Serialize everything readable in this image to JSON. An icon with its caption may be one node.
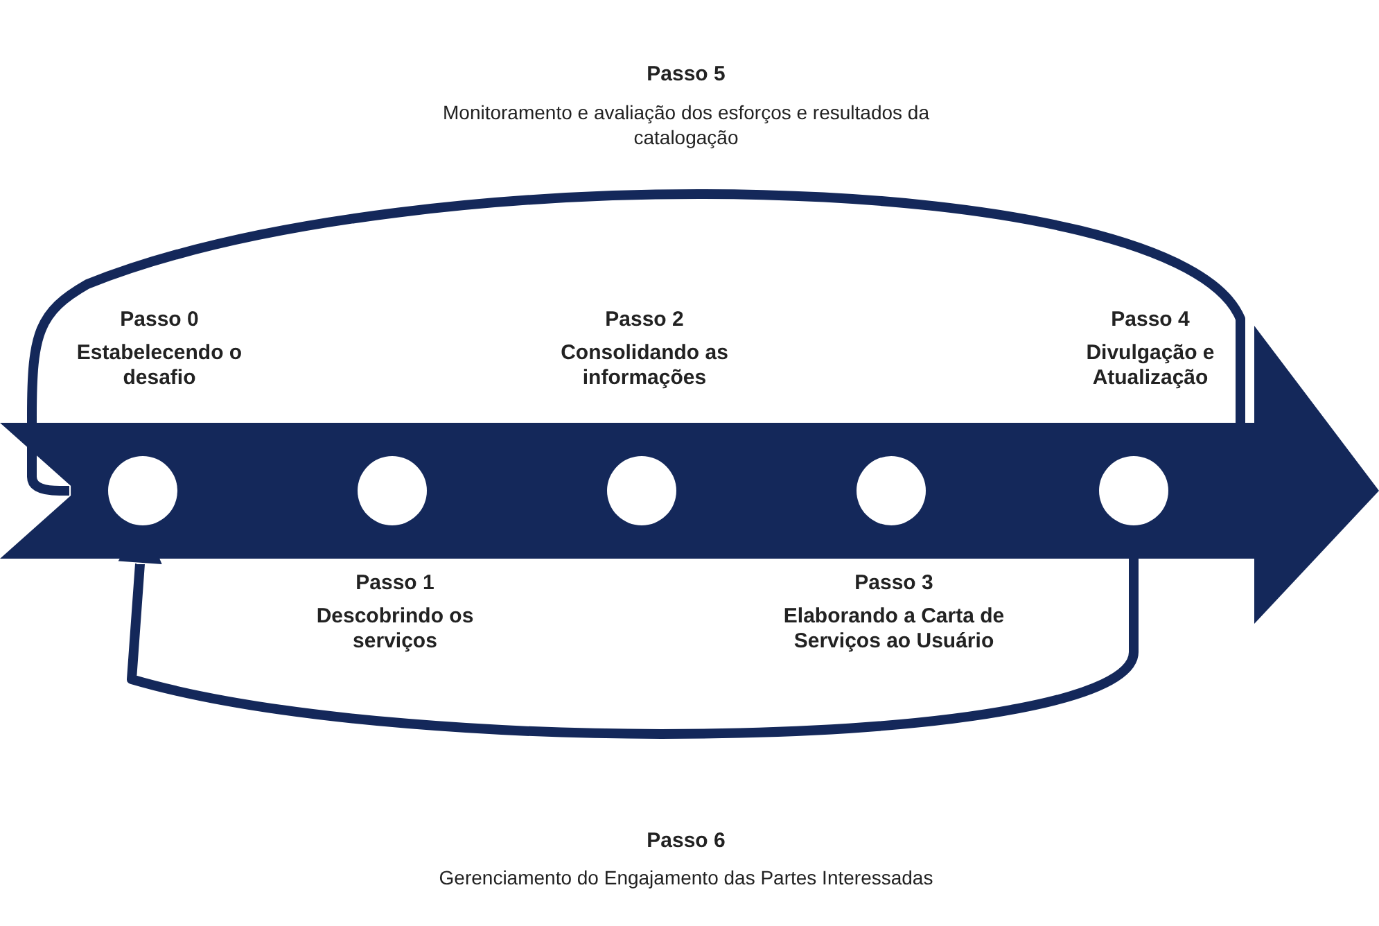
{
  "diagram": {
    "nodes": [
      {
        "text": [],
        "shape": "arrow"
      },
      {
        "text": [],
        "shape": "circle",
        "in": 0,
        "beside": [
          "Passo 0",
          "Estabelecendo o desafio"
        ]
      },
      {
        "text": [],
        "shape": "circle",
        "in": 0,
        "beside": [
          "Passo 1",
          "Descobrindo os serviços"
        ]
      },
      {
        "text": [],
        "shape": "circle",
        "in": 0,
        "beside": [
          "Passo 2",
          "Consolidando as informações"
        ]
      },
      {
        "text": [],
        "shape": "circle",
        "in": 0,
        "beside": [
          "Passo 3",
          "Elaborando a Carta de Serviços ao Usuário"
        ]
      },
      {
        "text": [],
        "shape": "circle",
        "in": 0,
        "beside": [
          "Passo 4",
          "Divulgação e Atualização"
        ]
      }
    ],
    "edges": [
      {
        "from": 5,
        "to": 1,
        "arrow": "to"
      },
      {
        "from": 5,
        "to": 1,
        "arrow": "to"
      }
    ],
    "labels": [
      "Passo 5",
      "Monitoramento e avaliação dos esforços e resultados da catalogação",
      "Passo 6",
      "Gerenciamento do Engajamento das Partes Interessadas"
    ]
  }
}
